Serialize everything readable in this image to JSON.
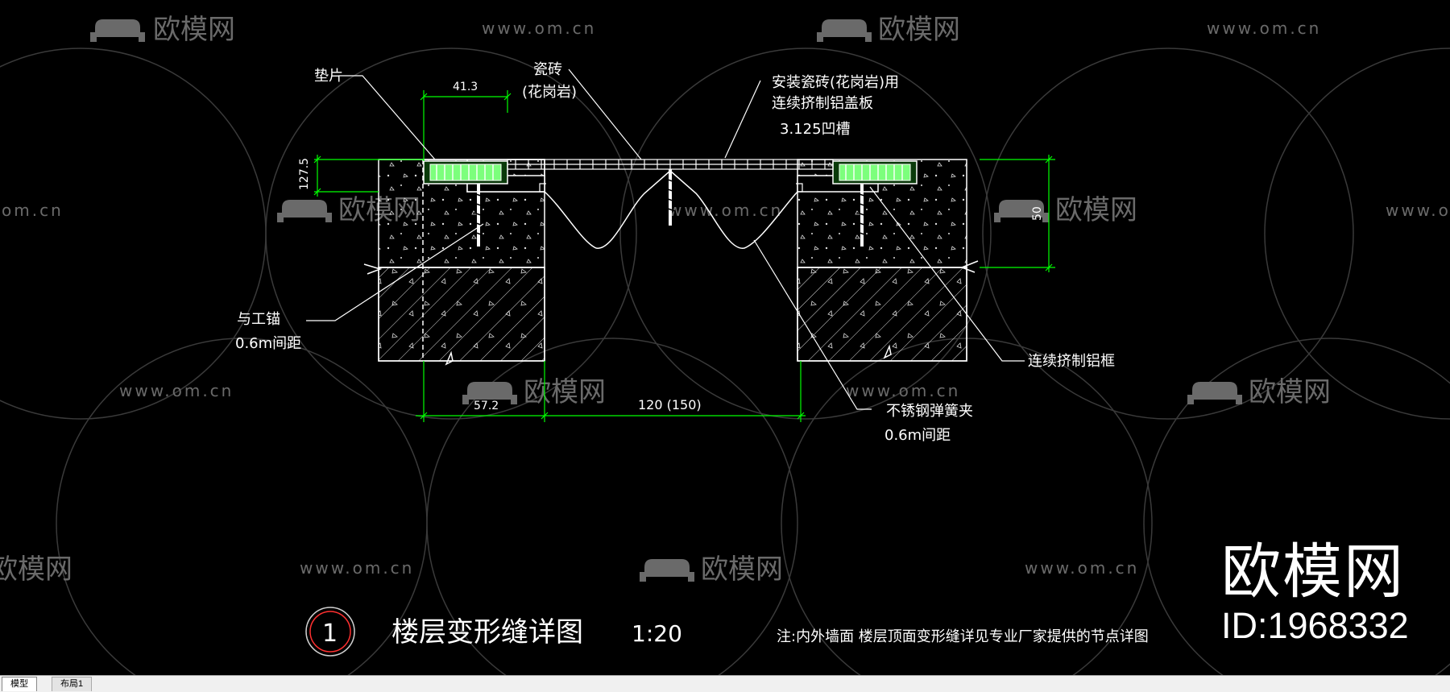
{
  "drawing": {
    "labels": {
      "shim": "垫片",
      "tile": "瓷砖",
      "tile_sub": "(花岗岩)",
      "cover_1": "安装瓷砖(花岗岩)用",
      "cover_2": "连续挤制铝盖板",
      "cover_3": "3.125凹槽",
      "anchor_1": "与工锚",
      "anchor_2": "0.6m间距",
      "frame": "连续挤制铝框",
      "spring_1": "不锈钢弹簧夹",
      "spring_2": "0.6m间距"
    },
    "dimensions": {
      "d_41_3": "41.3",
      "d_127_5": "127.5",
      "d_50": "50",
      "d_57_2": "57.2",
      "d_120": "120 (150)"
    },
    "title": {
      "number": "1",
      "name": "楼层变形缝详图",
      "scale": "1:20"
    },
    "note": "注:内外墙面 楼层顶面变形缝详见专业厂家提供的节点详图"
  },
  "watermark": {
    "brand": "欧模网",
    "url": "www.om.cn",
    "url_partial": "om.cn",
    "id": "ID:1968332"
  },
  "tabs": {
    "model": "模型",
    "layout": "布局1"
  },
  "colors": {
    "background": "#000000",
    "lines": "#ffffff",
    "dimension": "#00ff00",
    "watermark": "#6a6a6a"
  }
}
